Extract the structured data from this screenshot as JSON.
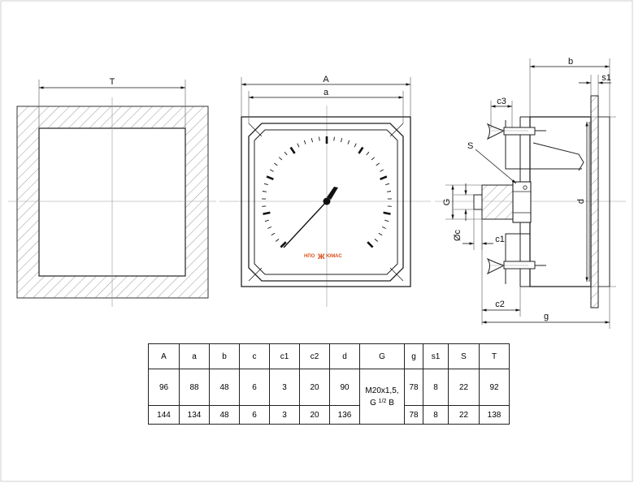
{
  "figure": {
    "front_view_labels": {
      "A": "A",
      "a": "a"
    },
    "cutout_view_labels": {
      "T": "T"
    },
    "side_view_labels": {
      "b": "b",
      "s1": "s1",
      "c3": "c3",
      "S": "S",
      "G": "G",
      "d": "d",
      "oc": "Øc",
      "c1": "c1",
      "c2": "c2",
      "g": "g"
    },
    "brand": {
      "prefix": "НПО",
      "name": "ЮМАС",
      "color": "#d9541f"
    }
  },
  "table": {
    "headers": [
      "A",
      "a",
      "b",
      "c",
      "c1",
      "c2",
      "d",
      "G",
      "g",
      "s1",
      "S",
      "T"
    ],
    "rows": [
      [
        "96",
        "88",
        "48",
        "6",
        "3",
        "20",
        "90",
        "M20x1,5,",
        "78",
        "8",
        "22",
        "92"
      ],
      [
        "144",
        "134",
        "48",
        "6",
        "3",
        "20",
        "136",
        "",
        "78",
        "8",
        "22",
        "138"
      ]
    ],
    "g_thread_line2": {
      "pre": "G",
      "num": "1",
      "slash": "/",
      "den": "2",
      "post": "B"
    }
  }
}
